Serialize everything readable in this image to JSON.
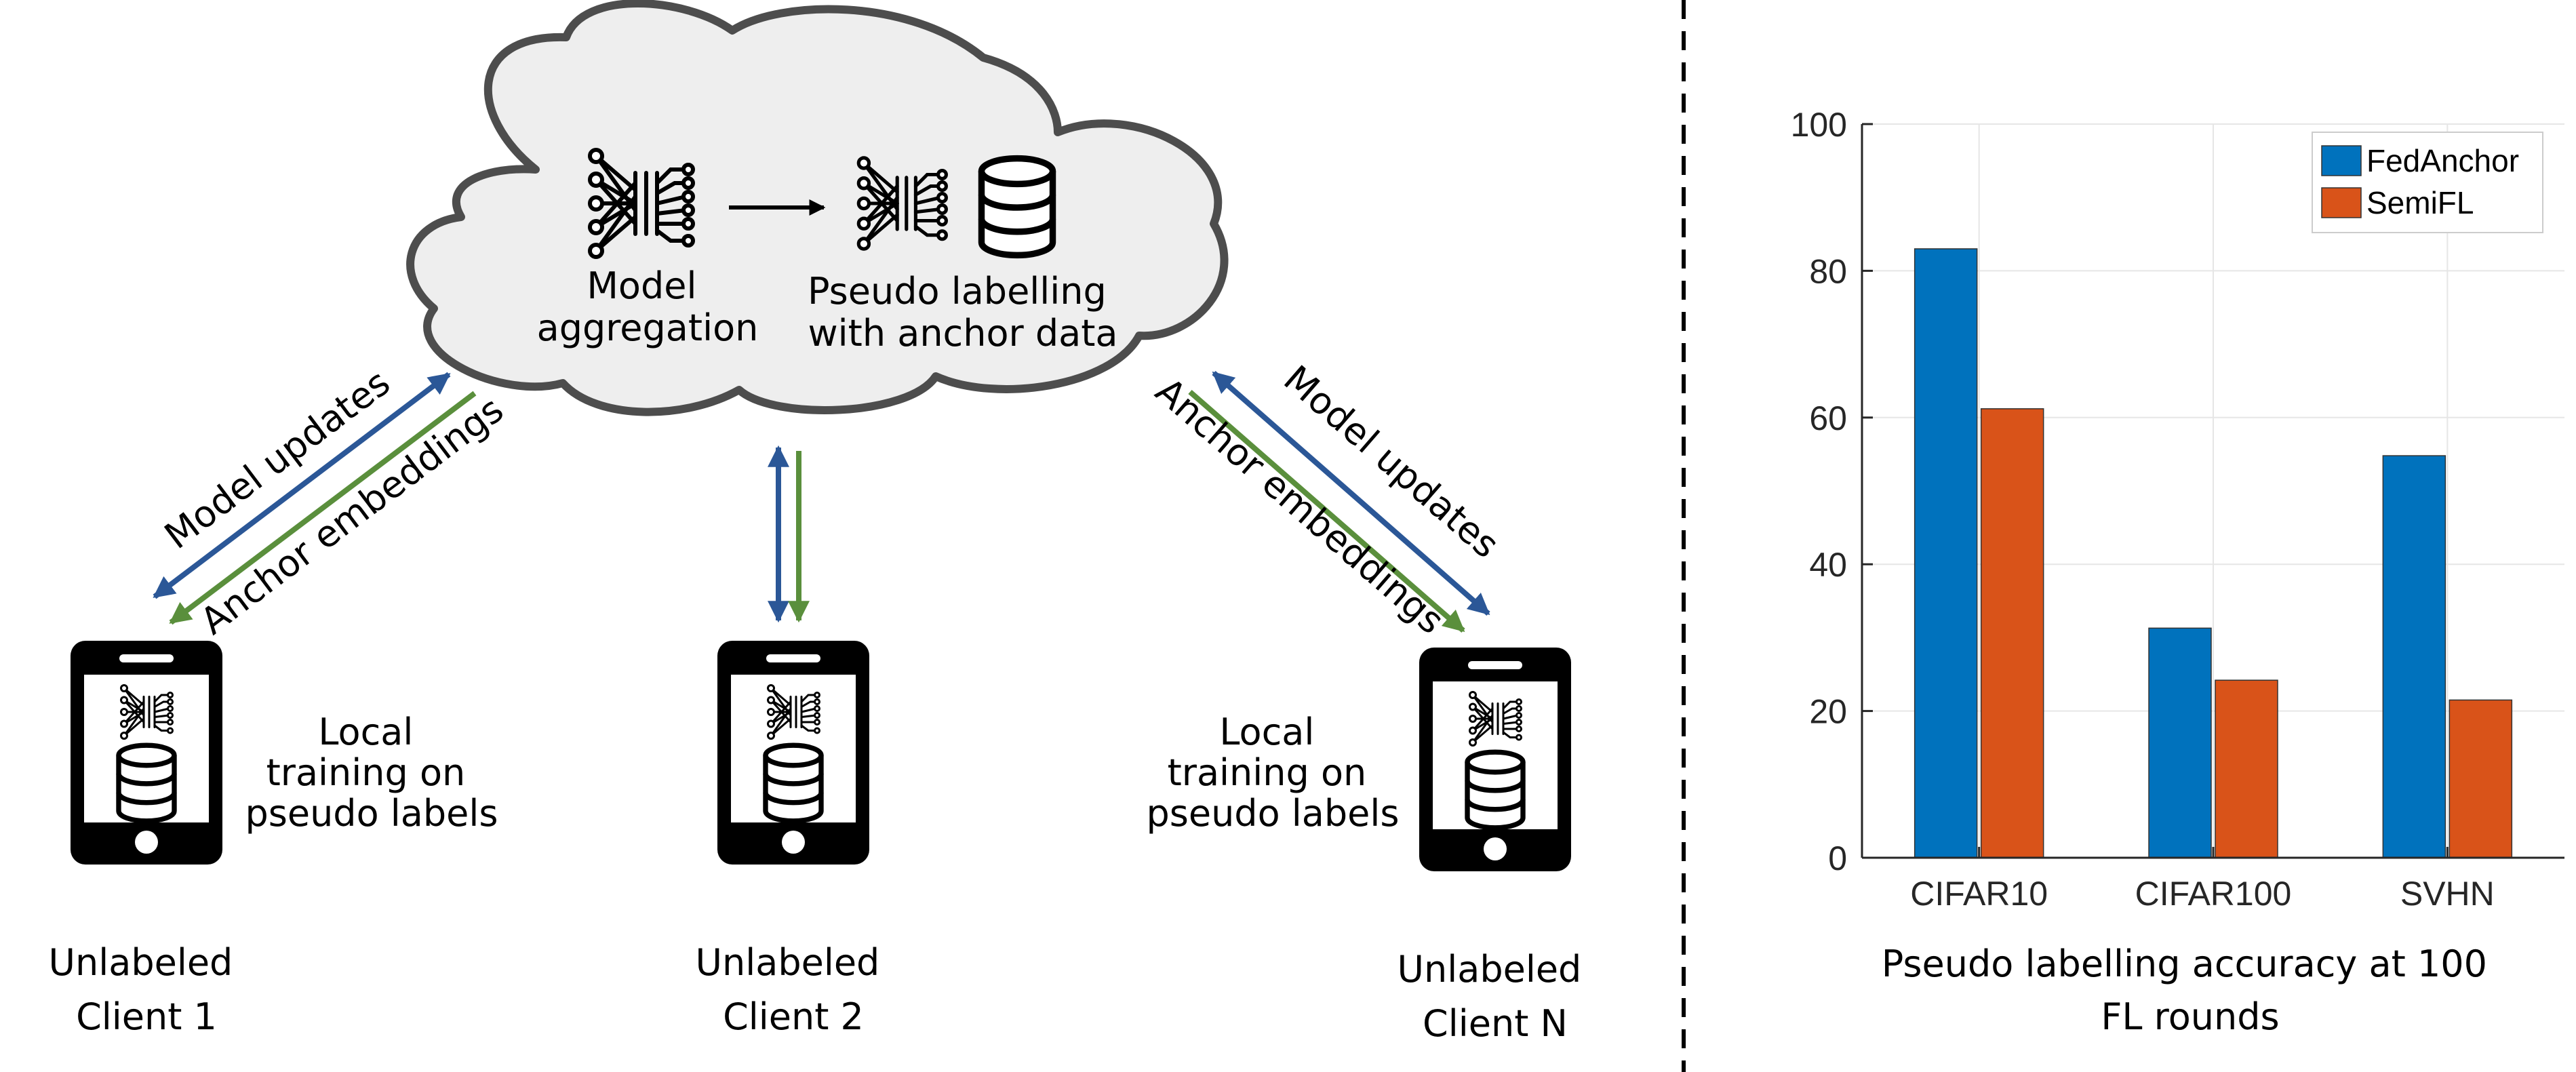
{
  "diagram": {
    "server_labels": {
      "aggregation": [
        "Model",
        "aggregation"
      ],
      "pseudo": [
        "Pseudo labelling",
        "with anchor data"
      ]
    },
    "link_labels": {
      "left_updates": "Model updates",
      "left_embeddings": "Anchor embeddings",
      "right_updates": "Model updates",
      "right_embeddings": "Anchor embeddings"
    },
    "local_training": [
      "Local",
      "training on",
      "pseudo labels"
    ],
    "clients": [
      {
        "line1": "Unlabeled",
        "line2": "Client 1"
      },
      {
        "line1": "Unlabeled",
        "line2": "Client 2"
      },
      {
        "line1": "Unlabeled",
        "line2": "Client N"
      }
    ],
    "colors": {
      "model_updates": "#2b5797",
      "anchor_embeddings": "#5a8f3c",
      "cloud_fill": "#eeeeee",
      "cloud_stroke": "#4d4d4d"
    }
  },
  "chart_data": {
    "type": "bar",
    "categories": [
      "CIFAR10",
      "CIFAR100",
      "SVHN"
    ],
    "series": [
      {
        "name": "FedAnchor",
        "values": [
          83,
          31.3,
          54.8
        ],
        "color": "#0072bd"
      },
      {
        "name": "SemiFL",
        "values": [
          61.2,
          24.2,
          21.5
        ],
        "color": "#d95319"
      }
    ],
    "ylim": [
      0,
      100
    ],
    "yticks": [
      0,
      20,
      40,
      60,
      80,
      100
    ],
    "grid": true,
    "legend": "top-right",
    "caption": [
      "Pseudo labelling accuracy at 100",
      "FL rounds"
    ]
  }
}
